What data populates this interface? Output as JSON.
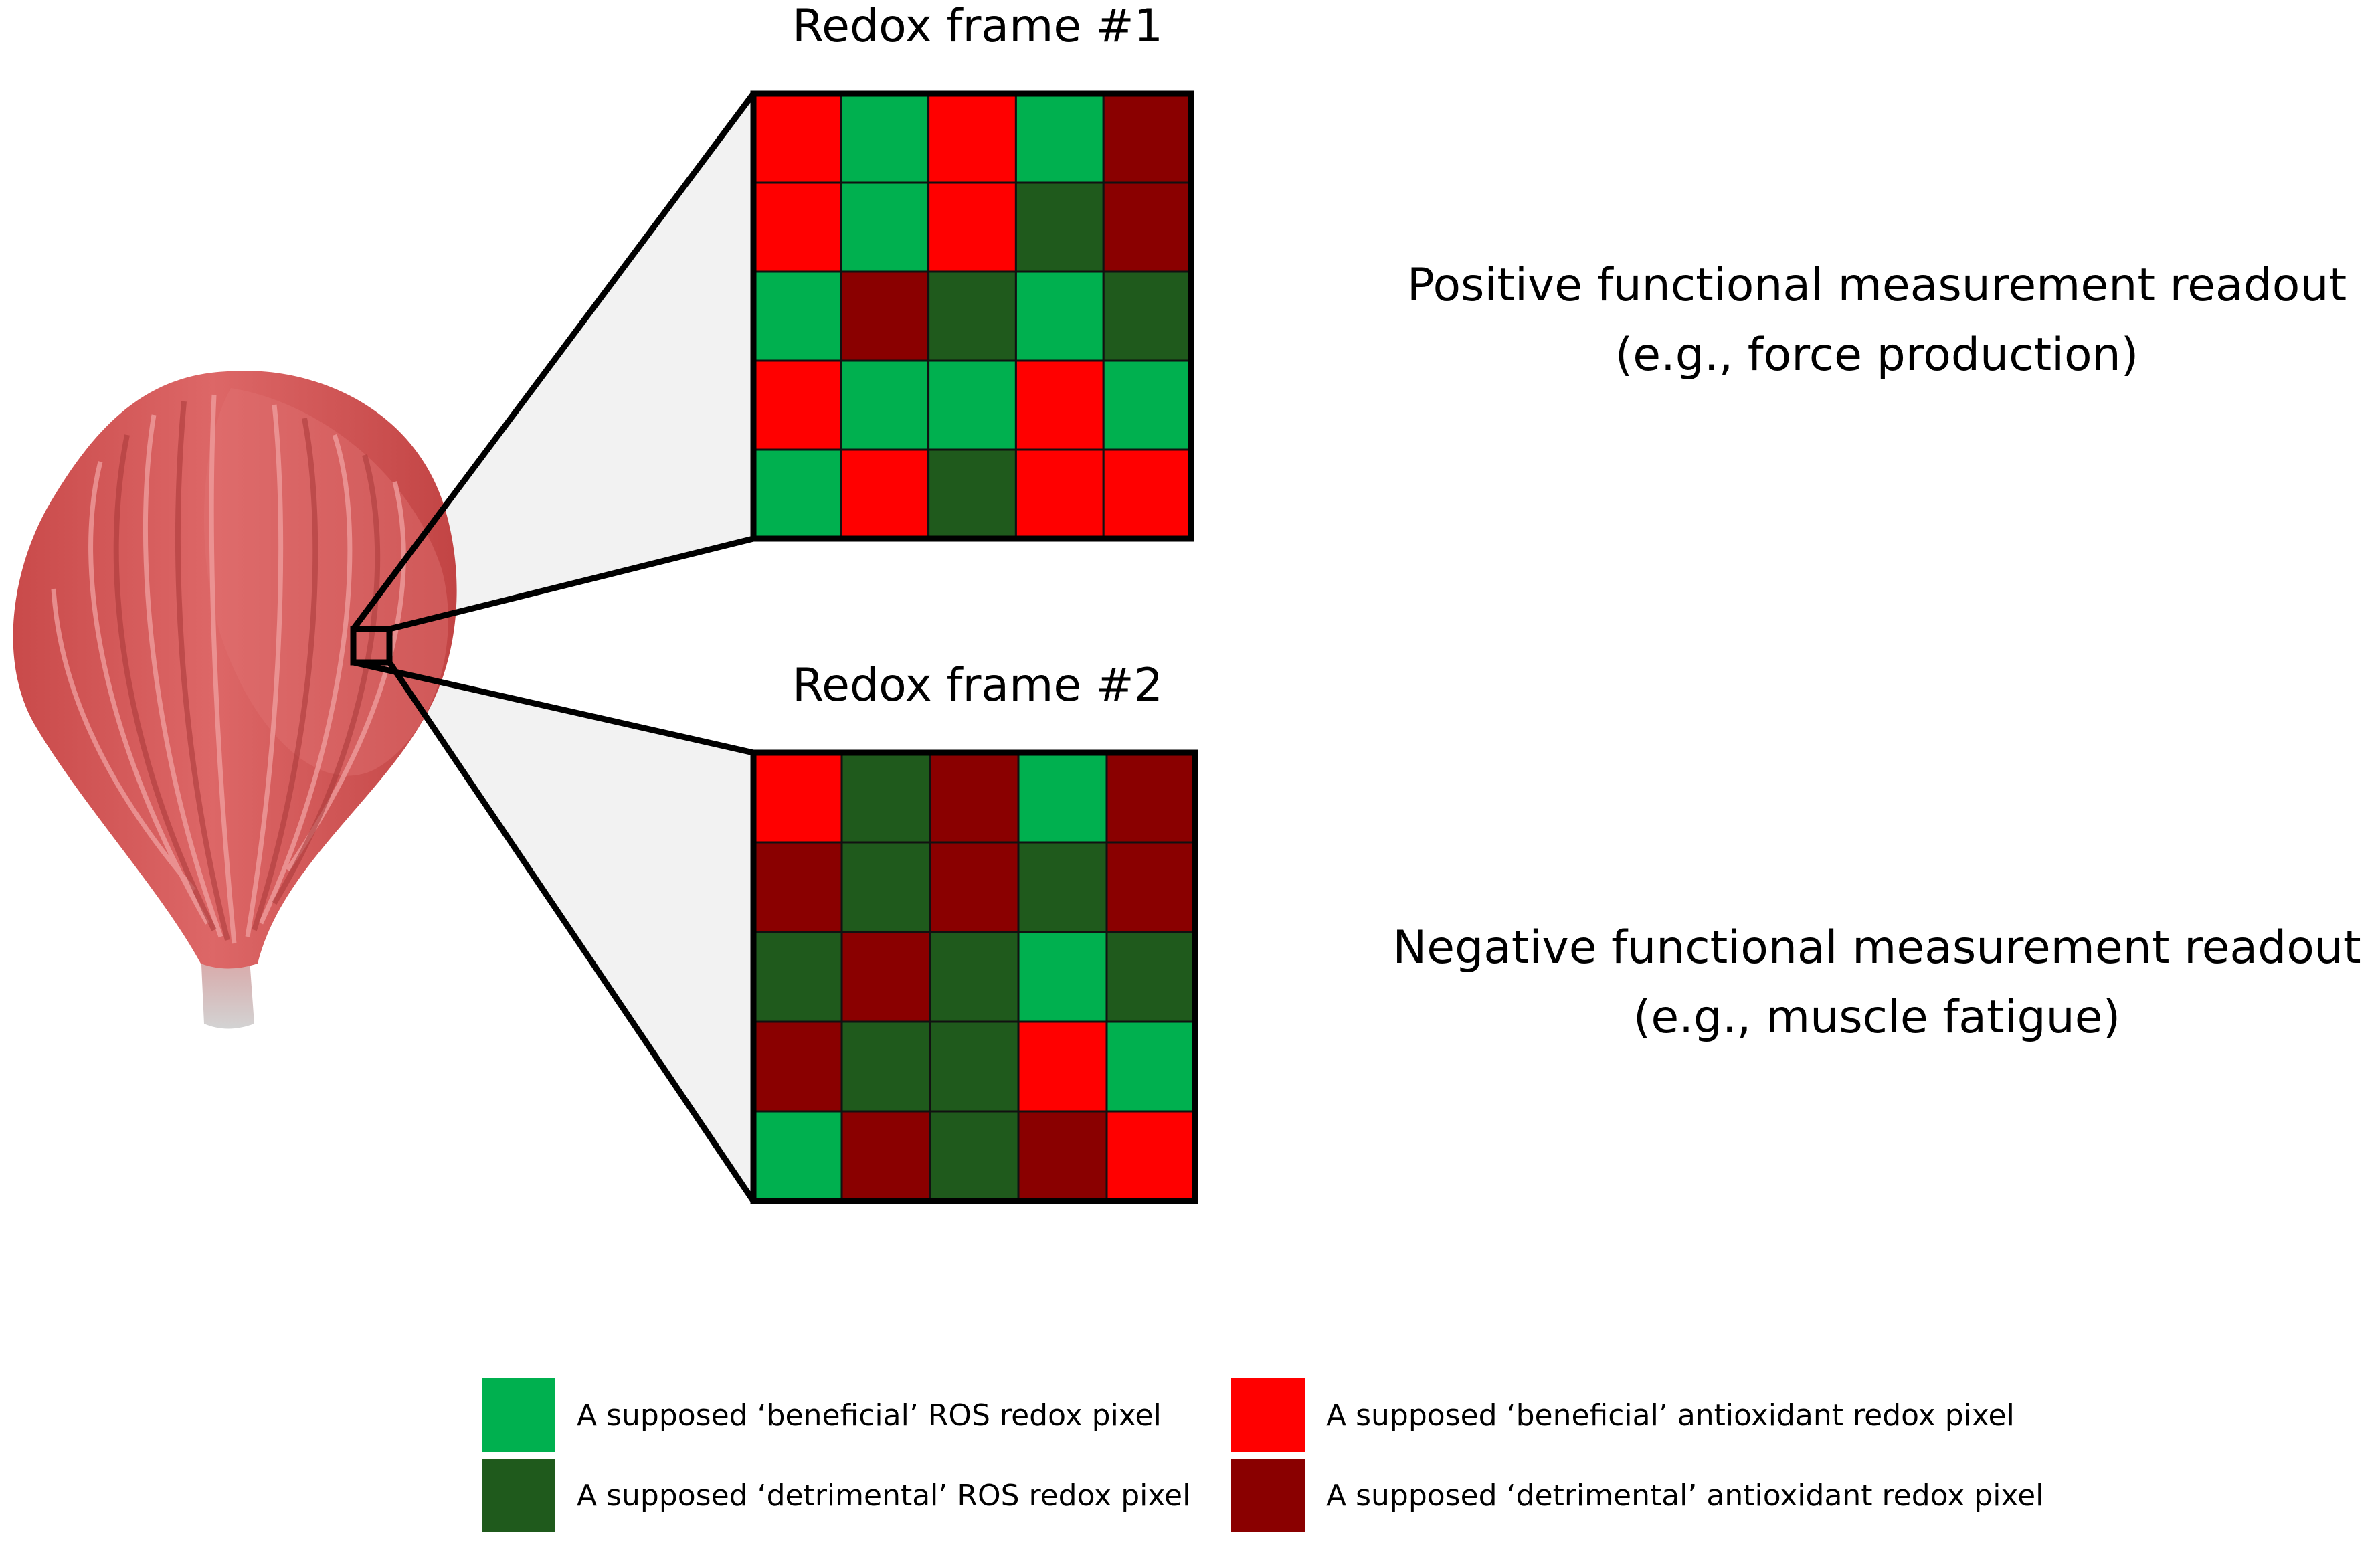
{
  "colors": {
    "beneficial_ros": "#00B04F",
    "detrimental_ros": "#1F5A1C",
    "beneficial_antioxidant": "#FF0000",
    "detrimental_antioxidant": "#8A0000"
  },
  "frame1": {
    "title": "Redox frame #1",
    "grid": [
      [
        "beneficial_antioxidant",
        "beneficial_ros",
        "beneficial_antioxidant",
        "beneficial_ros",
        "detrimental_antioxidant"
      ],
      [
        "beneficial_antioxidant",
        "beneficial_ros",
        "beneficial_antioxidant",
        "detrimental_ros",
        "detrimental_antioxidant"
      ],
      [
        "beneficial_ros",
        "detrimental_antioxidant",
        "detrimental_ros",
        "beneficial_ros",
        "detrimental_ros"
      ],
      [
        "beneficial_antioxidant",
        "beneficial_ros",
        "beneficial_ros",
        "beneficial_antioxidant",
        "beneficial_ros"
      ],
      [
        "beneficial_ros",
        "beneficial_antioxidant",
        "detrimental_ros",
        "beneficial_antioxidant",
        "beneficial_antioxidant"
      ]
    ],
    "readout_line1": "Positive functional measurement readout",
    "readout_line2": "(e.g., force production)"
  },
  "frame2": {
    "title": "Redox frame #2",
    "grid": [
      [
        "beneficial_antioxidant",
        "detrimental_ros",
        "detrimental_antioxidant",
        "beneficial_ros",
        "detrimental_antioxidant"
      ],
      [
        "detrimental_antioxidant",
        "detrimental_ros",
        "detrimental_antioxidant",
        "detrimental_ros",
        "detrimental_antioxidant"
      ],
      [
        "detrimental_ros",
        "detrimental_antioxidant",
        "detrimental_ros",
        "beneficial_ros",
        "detrimental_ros"
      ],
      [
        "detrimental_antioxidant",
        "detrimental_ros",
        "detrimental_ros",
        "beneficial_antioxidant",
        "beneficial_ros"
      ],
      [
        "beneficial_ros",
        "detrimental_antioxidant",
        "detrimental_ros",
        "detrimental_antioxidant",
        "beneficial_antioxidant"
      ]
    ],
    "readout_line1": "Negative functional measurement readout",
    "readout_line2": "(e.g., muscle fatigue)"
  },
  "legend": {
    "beneficial_ros": "A supposed ‘beneficial’ ROS redox pixel",
    "detrimental_ros": "A supposed ‘detrimental’ ROS redox pixel",
    "beneficial_antioxidant": "A supposed ‘beneficial’ antioxidant redox pixel",
    "detrimental_antioxidant": "A supposed ‘detrimental’ antioxidant redox pixel"
  }
}
